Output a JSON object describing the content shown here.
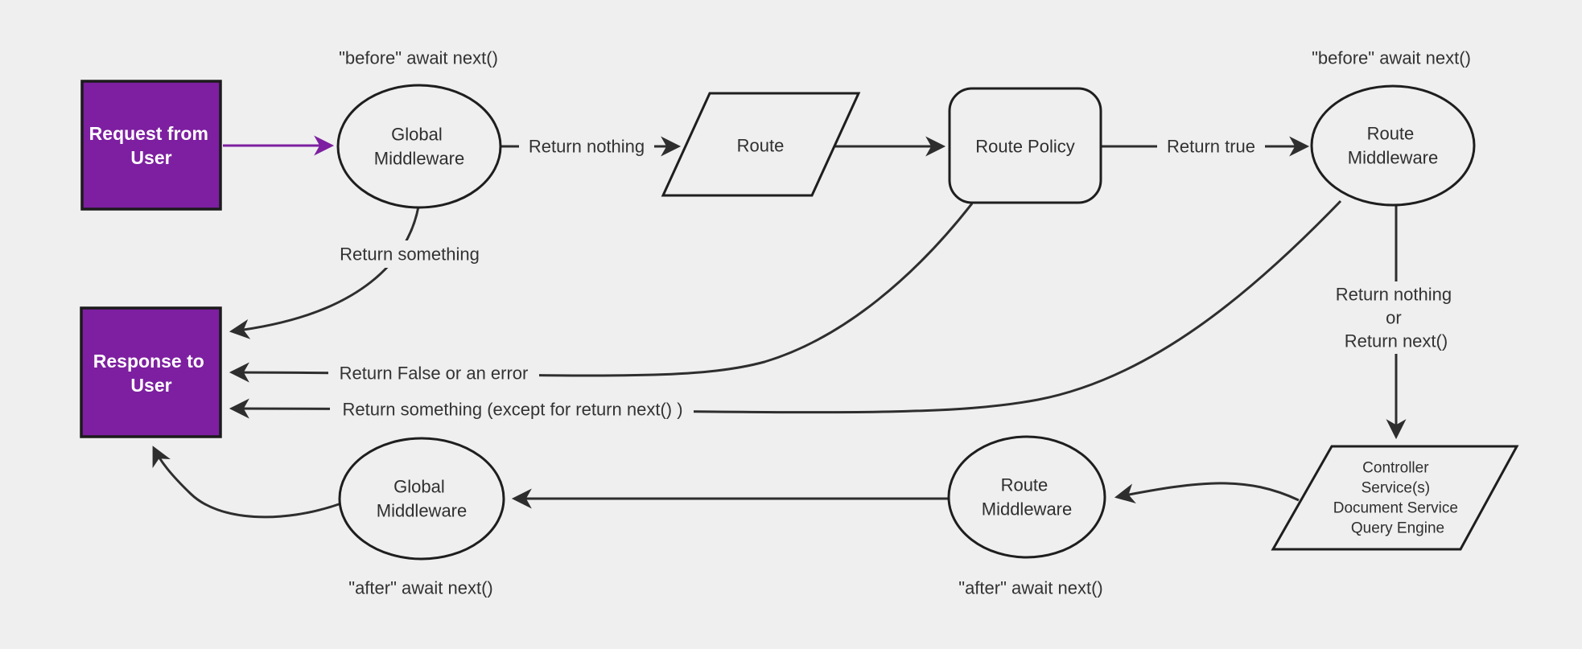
{
  "colors": {
    "background": "#efefef",
    "accent_purple": "#7d1fa0",
    "edge_line": "#2e2e2e",
    "node_border": "#1e1e1e",
    "node_fill": "#efefef",
    "node_text": "#2f2f2f",
    "edge_label_text": "#333333",
    "user_box_text": "#ffffff"
  },
  "nodes": {
    "request_user": {
      "shape": "rect",
      "lines": [
        "Request from",
        "User"
      ]
    },
    "global_middleware_top": {
      "shape": "ellipse",
      "lines": [
        "Global",
        "Middleware"
      ]
    },
    "route": {
      "shape": "parallelogram",
      "lines": [
        "Route"
      ]
    },
    "route_policy": {
      "shape": "rounded-rect",
      "lines": [
        "Route Policy"
      ]
    },
    "route_middleware_top": {
      "shape": "ellipse",
      "lines": [
        "Route",
        "Middleware"
      ]
    },
    "controller": {
      "shape": "parallelogram",
      "lines": [
        "Controller",
        "Service(s)",
        "Document Service",
        "Query Engine"
      ]
    },
    "route_middleware_bottom": {
      "shape": "ellipse",
      "lines": [
        "Route",
        "Middleware"
      ]
    },
    "global_middleware_bottom": {
      "shape": "ellipse",
      "lines": [
        "Global",
        "Middleware"
      ]
    },
    "response_user": {
      "shape": "rect",
      "lines": [
        "Response to",
        "User"
      ]
    }
  },
  "annotations": {
    "before_global": "\"before\" await next()",
    "before_route": "\"before\" await next()",
    "after_route": "\"after\" await next()",
    "after_global": "\"after\" await next()"
  },
  "edge_labels": {
    "return_nothing": "Return nothing",
    "return_true": "Return true",
    "return_something": "Return something",
    "return_false_or_error": "Return False or an error",
    "return_something_except": "Return something (except for return next() )",
    "return_nothing_or": {
      "lines": [
        "Return nothing",
        "or",
        "Return next()"
      ]
    }
  }
}
